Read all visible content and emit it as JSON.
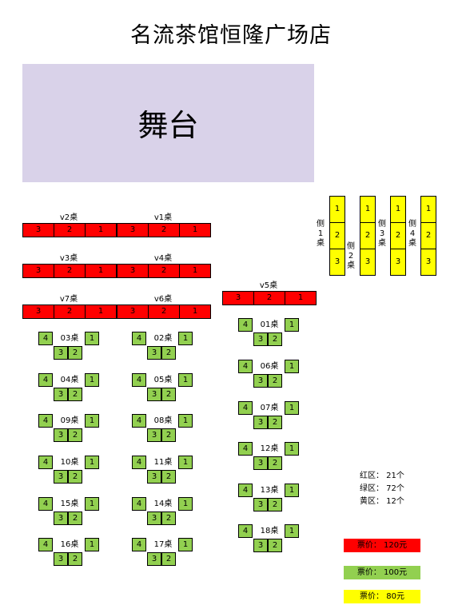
{
  "title": "名流茶馆恒隆广场店",
  "stage": "舞台",
  "v_tables": [
    {
      "name": "v2桌",
      "seats": [
        "3",
        "2",
        "1"
      ]
    },
    {
      "name": "v1桌",
      "seats": [
        "3",
        "2",
        "1"
      ]
    },
    {
      "name": "v3桌",
      "seats": [
        "3",
        "2",
        "1"
      ]
    },
    {
      "name": "v4桌",
      "seats": [
        "3",
        "2",
        "1"
      ]
    },
    {
      "name": "v7桌",
      "seats": [
        "3",
        "2",
        "1"
      ]
    },
    {
      "name": "v6桌",
      "seats": [
        "3",
        "2",
        "1"
      ]
    },
    {
      "name": "v5桌",
      "seats": [
        "3",
        "2",
        "1"
      ]
    }
  ],
  "green_tables": [
    {
      "name": "03桌",
      "seats": [
        "4",
        "1",
        "3",
        "2"
      ]
    },
    {
      "name": "02桌",
      "seats": [
        "4",
        "1",
        "3",
        "2"
      ]
    },
    {
      "name": "01桌",
      "seats": [
        "4",
        "1",
        "3",
        "2"
      ]
    },
    {
      "name": "04桌",
      "seats": [
        "4",
        "1",
        "3",
        "2"
      ]
    },
    {
      "name": "05桌",
      "seats": [
        "4",
        "1",
        "3",
        "2"
      ]
    },
    {
      "name": "06桌",
      "seats": [
        "4",
        "1",
        "3",
        "2"
      ]
    },
    {
      "name": "09桌",
      "seats": [
        "4",
        "1",
        "3",
        "2"
      ]
    },
    {
      "name": "08桌",
      "seats": [
        "4",
        "1",
        "3",
        "2"
      ]
    },
    {
      "name": "07桌",
      "seats": [
        "4",
        "1",
        "3",
        "2"
      ]
    },
    {
      "name": "10桌",
      "seats": [
        "4",
        "1",
        "3",
        "2"
      ]
    },
    {
      "name": "11桌",
      "seats": [
        "4",
        "1",
        "3",
        "2"
      ]
    },
    {
      "name": "12桌",
      "seats": [
        "4",
        "1",
        "3",
        "2"
      ]
    },
    {
      "name": "15桌",
      "seats": [
        "4",
        "1",
        "3",
        "2"
      ]
    },
    {
      "name": "14桌",
      "seats": [
        "4",
        "1",
        "3",
        "2"
      ]
    },
    {
      "name": "13桌",
      "seats": [
        "4",
        "1",
        "3",
        "2"
      ]
    },
    {
      "name": "16桌",
      "seats": [
        "4",
        "1",
        "3",
        "2"
      ]
    },
    {
      "name": "17桌",
      "seats": [
        "4",
        "1",
        "3",
        "2"
      ]
    },
    {
      "name": "18桌",
      "seats": [
        "4",
        "1",
        "3",
        "2"
      ]
    }
  ],
  "side_tables": [
    {
      "label": [
        "侧",
        "1",
        "桌"
      ],
      "seats": [
        "1",
        "2",
        "3"
      ]
    },
    {
      "label": [
        "侧",
        "2",
        "桌"
      ],
      "seats": [
        "1",
        "2",
        "3"
      ]
    },
    {
      "label": [
        "侧",
        "3",
        "桌"
      ],
      "seats": [
        "1",
        "2",
        "3"
      ]
    },
    {
      "label": [
        "侧",
        "4",
        "桌"
      ],
      "seats": [
        "1",
        "2",
        "3"
      ]
    }
  ],
  "summary": {
    "red": "红区：  21个",
    "green": "绿区：  72个",
    "yellow": "黄区：  12个"
  },
  "prices": {
    "red": "票价：   120元",
    "green": "票价：   100元",
    "yellow": "票价：   80元"
  },
  "colors": {
    "red": "#ff0000",
    "green": "#92d050",
    "yellow": "#ffff00",
    "stage": "#d9d2e9"
  }
}
